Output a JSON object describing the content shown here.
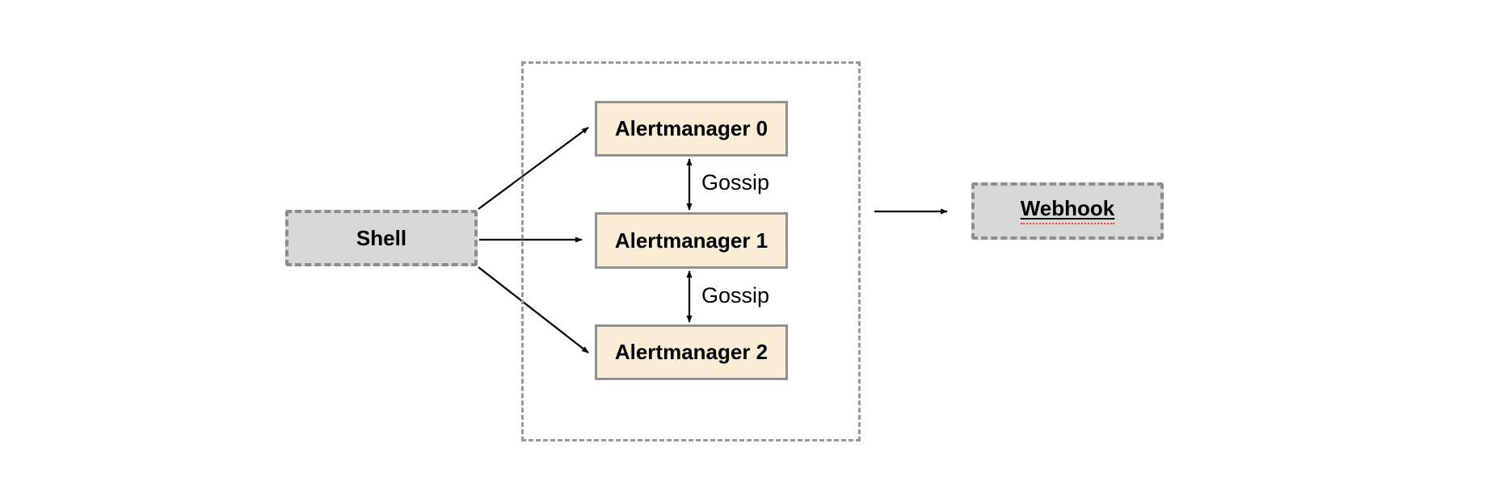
{
  "diagram": {
    "background_color": "#ffffff",
    "nodes": {
      "shell": {
        "label": "Shell"
      },
      "alertmanagers": [
        {
          "label": "Alertmanager 0"
        },
        {
          "label": "Alertmanager 1"
        },
        {
          "label": "Alertmanager 2"
        }
      ],
      "webhook": {
        "label": "Webhook"
      }
    },
    "cluster": {
      "description": "dashed boundary enclosing the three Alertmanager nodes"
    },
    "edges": {
      "gossip_labels": [
        "Gossip",
        "Gossip"
      ]
    },
    "colors": {
      "gray_node_fill": "#d8d8d8",
      "gray_node_border": "#8c8c8c",
      "peach_node_fill": "#faecd5",
      "peach_node_border": "#919191",
      "cluster_border": "#999999",
      "arrow": "#000000",
      "text": "#000000",
      "spellcheck_underline_red": "#ef3e36"
    }
  }
}
